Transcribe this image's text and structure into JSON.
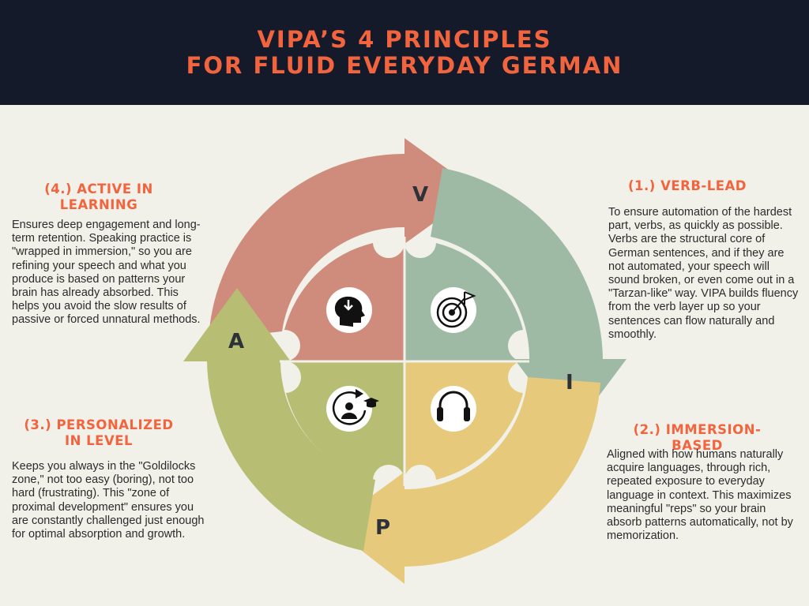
{
  "title": {
    "line1": "VIPA’S 4 PRINCIPLES",
    "line2": "FOR FLUID EVERYDAY GERMAN"
  },
  "cycle_letters": {
    "v": "V",
    "i": "I",
    "p": "P",
    "a": "A"
  },
  "colors": {
    "verb": "#cf8c7c",
    "immersion": "#9fbaa4",
    "personalized": "#b7be73",
    "active": "#e6c97b",
    "accent": "#f2643e",
    "header_bg": "#151a2b"
  },
  "icons": {
    "q1": "head-download-icon",
    "q2": "target-flag-icon",
    "q3": "person-play-graduation-icon",
    "q4": "headphones-icon"
  },
  "sections": {
    "verb_lead": {
      "title": "(1.) VERB-LEAD",
      "body": "To ensure automation of the hardest part, verbs, as quickly as possible. Verbs are the structural core of German sentences, and if they are not automated, your speech will sound broken, or even come out in a \"Tarzan-like\" way. VIPA builds fluency from the verb layer up so your sentences can flow naturally and smoothly."
    },
    "immersion": {
      "title": "(2.) IMMERSION-BASED",
      "body": "Aligned with how humans naturally acquire languages, through rich, repeated exposure to everyday language in context. This maximizes meaningful \"reps\" so your brain absorb patterns automatically, not by memorization."
    },
    "personalized": {
      "title_line1": "(3.) PERSONALIZED",
      "title_line2": "IN LEVEL",
      "body": "Keeps you always in the \"Goldilocks zone,\" not too easy (boring), not too hard (frustrating). This \"zone of proximal development\" ensures you are constantly challenged just enough for optimal absorption and growth."
    },
    "active": {
      "title_line1": "(4.) ACTIVE IN",
      "title_line2": "LEARNING",
      "body": "Ensures deep engagement and long-term retention. Speaking practice is \"wrapped in immersion,\" so you are refining your speech and what you produce is based on patterns your brain has already absorbed. This helps you avoid the slow results of passive or forced unnatural methods."
    }
  }
}
